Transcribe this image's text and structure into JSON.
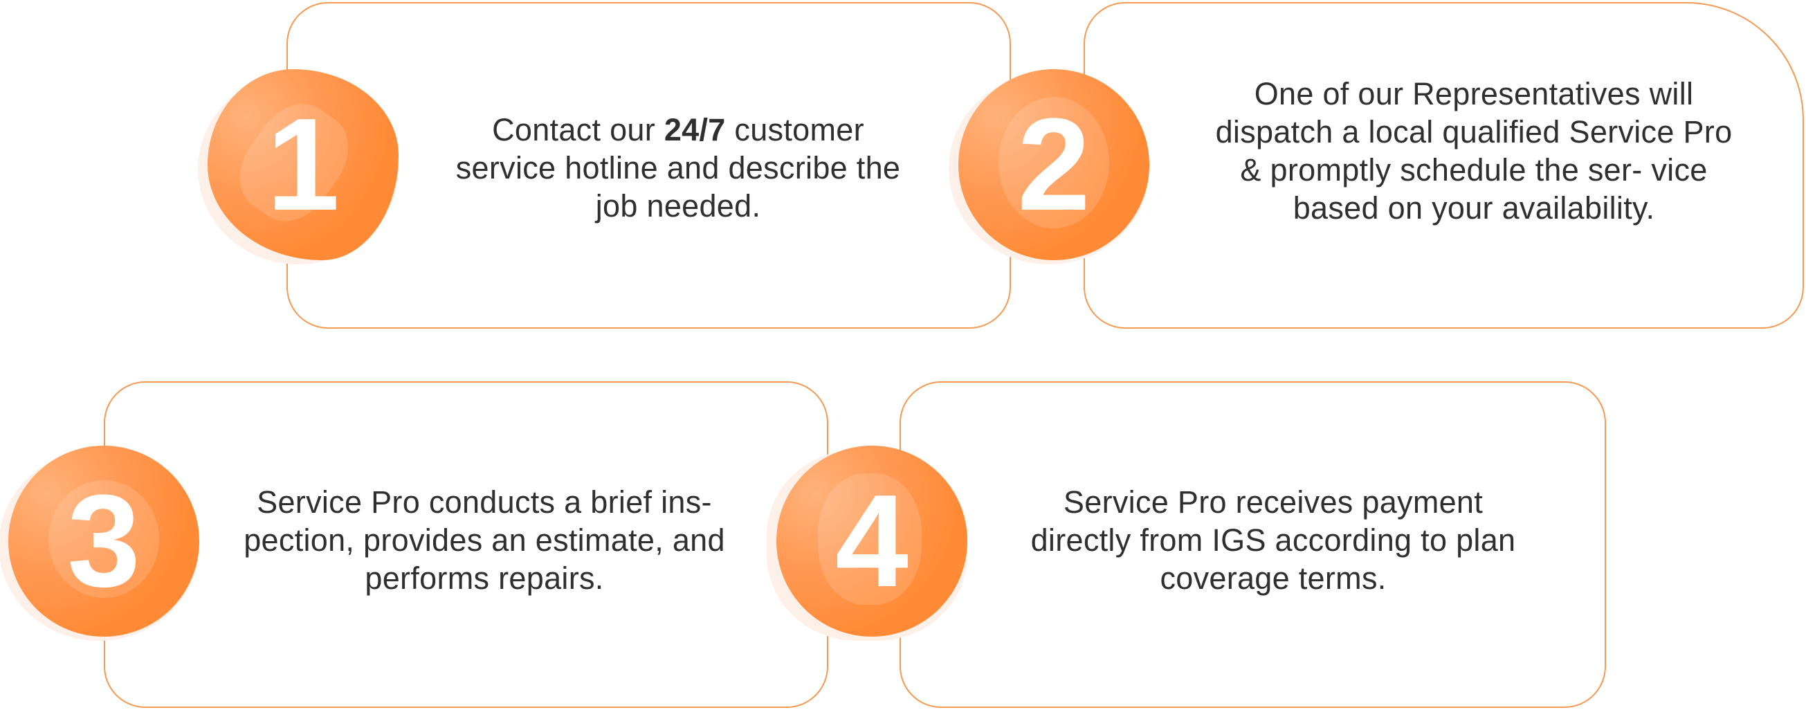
{
  "steps": [
    {
      "number": "1",
      "text_before": "Contact our ",
      "text_bold": "24/7",
      "text_after": " customer service hotline and describe the job needed."
    },
    {
      "number": "2",
      "text": "One of our Representatives will dispatch a local qualified Service Pro & promptly schedule the ser- vice based on your availability."
    },
    {
      "number": "3",
      "text": "Service Pro conducts a brief ins- pection, provides an estimate, and performs repairs."
    },
    {
      "number": "4",
      "text": "Service Pro receives payment directly from IGS according to plan coverage terms."
    }
  ],
  "colors": {
    "accent": "#ff8a35",
    "border": "#f59a55",
    "text": "#2f2f2f"
  }
}
